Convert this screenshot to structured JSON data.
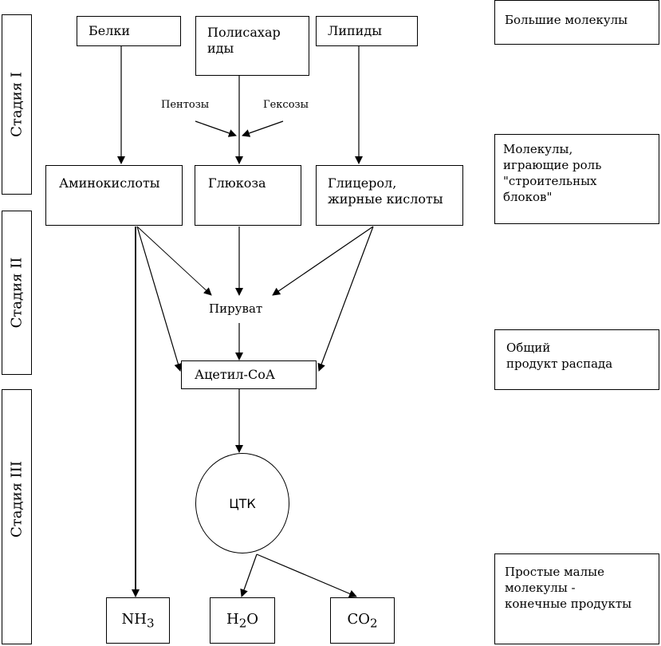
{
  "stages": {
    "s1": "Стадия I",
    "s2": "Стадия II",
    "s3": "Стадия III"
  },
  "nodes": {
    "proteins": "Белки",
    "polysaccharides": "Полисахар\nиды",
    "lipids": "Липиды",
    "pentoses": "Пентозы",
    "hexoses": "Гексозы",
    "amino_acids": "Аминокислоты",
    "glucose": "Глюкоза",
    "glycerol": "Глицерол,\nжирные кислоты",
    "pyruvate": "Пируват",
    "acetyl_coa": "Ацетил-СоА",
    "tca": "ЦТК",
    "nh3": {
      "main": "NH",
      "sub": "3"
    },
    "h2o": {
      "main": "H",
      "sub": "2",
      "rest": "O"
    },
    "co2": {
      "main": "CO",
      "sub": "2"
    }
  },
  "legend": {
    "large": "Большие молекулы",
    "building": "Молекулы,\n играющие роль\n\"строительных\n  блоков\"",
    "common": "Общий\nпродукт распада",
    "simple": "Простые малые\nмолекулы -\nконечные продукты"
  }
}
